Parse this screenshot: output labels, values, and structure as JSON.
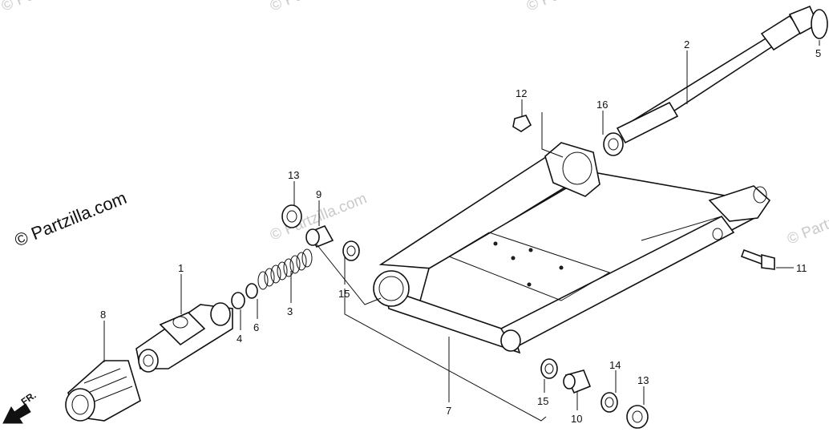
{
  "watermark": {
    "main": "© Partzilla.com",
    "faint": "© Partzilla.com"
  },
  "direction_marker": "FR.",
  "callouts": [
    "1",
    "2",
    "3",
    "4",
    "5",
    "6",
    "7",
    "8",
    "9",
    "10",
    "11",
    "12",
    "13",
    "13",
    "14",
    "15",
    "15",
    "16"
  ]
}
